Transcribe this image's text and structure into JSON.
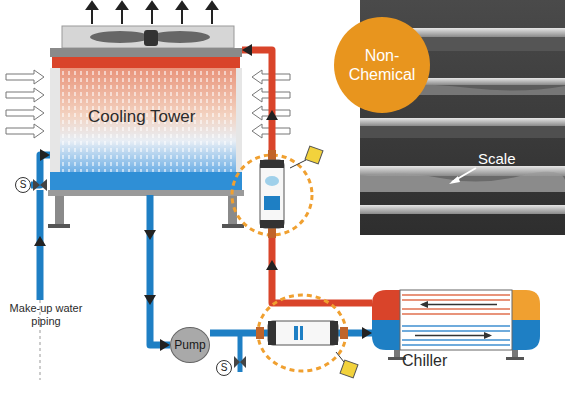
{
  "diagram": {
    "nodes": [
      {
        "text": [
          "Cooling Tower"
        ]
      },
      {
        "text": [
          "Non-Chemical"
        ]
      },
      {
        "text": [
          "S"
        ]
      },
      {
        "text": [
          "Pump"
        ]
      },
      {
        "text": [
          "S"
        ]
      },
      {
        "text": [
          "Chiller"
        ]
      }
    ],
    "edges": [
      {
        "from": 0,
        "to": 3,
        "arrow": "to"
      },
      {
        "from": 3,
        "to": 5,
        "arrow": "to"
      },
      {
        "from": 5,
        "to": 0,
        "arrow": "to"
      },
      {
        "from": 2,
        "to": 0,
        "arrow": "to"
      }
    ],
    "labels": [
      "Scale",
      "Make-up water piping"
    ]
  }
}
